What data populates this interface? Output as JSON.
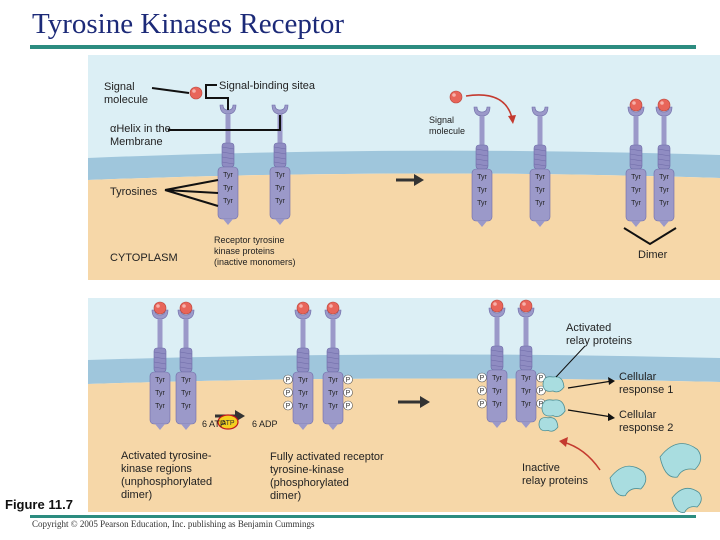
{
  "title": "Tyrosine Kinases Receptor",
  "labels": {
    "signal_molecule": "Signal\nmolecule",
    "signal_binding_site": "Signal-binding sitea",
    "signal_molecule_small": "Signal\nmolecule",
    "alpha_helix": "αHelix in the\nMembrane",
    "tyrosines": "Tyrosines",
    "cytoplasm": "CYTOPLASM",
    "receptor_proteins": "Receptor tyrosine\nkinase proteins\n(inactive monomers)",
    "dimer": "Dimer",
    "activated_relay": "Activated\nrelay proteins",
    "cellular_response_1": "Cellular\nresponse 1",
    "cellular_response_2": "Cellular\nresponse 2",
    "atp": "6 ATP",
    "adp": "6 ADP",
    "activated_regions": "Activated tyrosine-\nkinase regions\n(unphosphorylated\ndimer)",
    "fully_activated": "Fully activated receptor\ntyrosine-kinase\n(phosphorylated\ndimer)",
    "inactive_relay": "Inactive\nrelay proteins",
    "tyr": "Tyr",
    "p": "P"
  },
  "figure_label": "Figure 11.7",
  "copyright": "Copyright © 2005 Pearson Education, Inc. publishing as Benjamin Cummings",
  "colors": {
    "title": "#1c2a78",
    "rule": "#2c8c80",
    "extracellular": "#dceff5",
    "membrane": "#9fc6dc",
    "cytoplasm": "#f6d7a8",
    "receptor": "#9b99c9",
    "signal": "#e8655a",
    "relay": "#a9dde0"
  }
}
